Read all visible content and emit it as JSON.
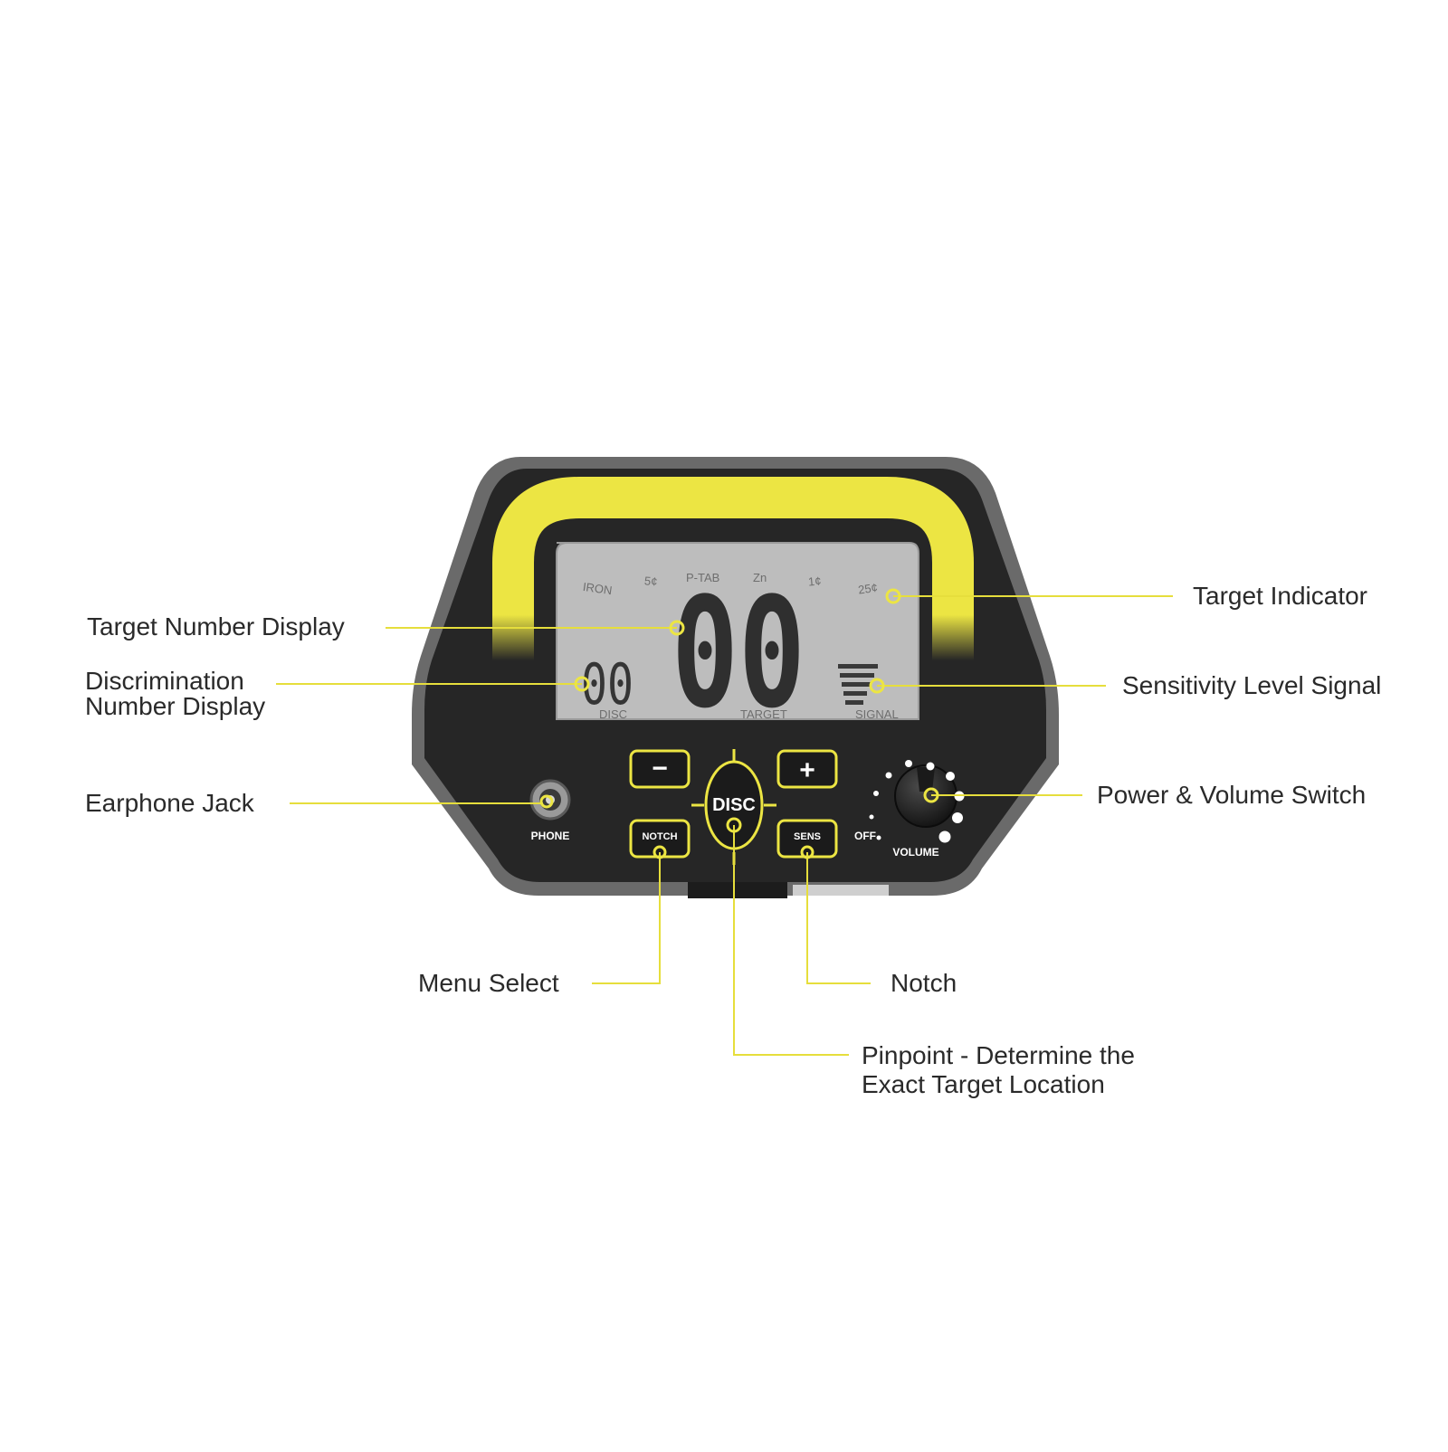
{
  "colors": {
    "accent": "#ece543",
    "line": "#e6de3c",
    "body": "#2b2b2b",
    "lcd": "#bcbcbc",
    "text": "#2a2a2a"
  },
  "lcd": {
    "indicators": [
      "IRON",
      "5¢",
      "P-TAB",
      "Zn",
      "1¢",
      "25¢"
    ],
    "target_number": "00",
    "disc_number": "00",
    "disc_label": "DISC",
    "target_label": "TARGET",
    "signal_label": "SIGNAL"
  },
  "controls": {
    "minus_label": "−",
    "plus_label": "+",
    "disc_label": "DISC",
    "notch_label": "NOTCH",
    "sens_label": "SENS",
    "phone_label": "PHONE",
    "off_label": "OFF",
    "volume_label": "VOLUME"
  },
  "callouts": {
    "target_number_display": "Target Number Display",
    "discrimination_line1": "Discrimination",
    "discrimination_line2": "Number Display",
    "earphone_jack": "Earphone Jack",
    "target_indicator": "Target Indicator",
    "sensitivity_level_signal": "Sensitivity Level Signal",
    "power_volume_switch": "Power & Volume Switch",
    "menu_select": "Menu Select",
    "notch": "Notch",
    "pinpoint_line1": "Pinpoint - Determine the",
    "pinpoint_line2": "Exact Target Location"
  }
}
